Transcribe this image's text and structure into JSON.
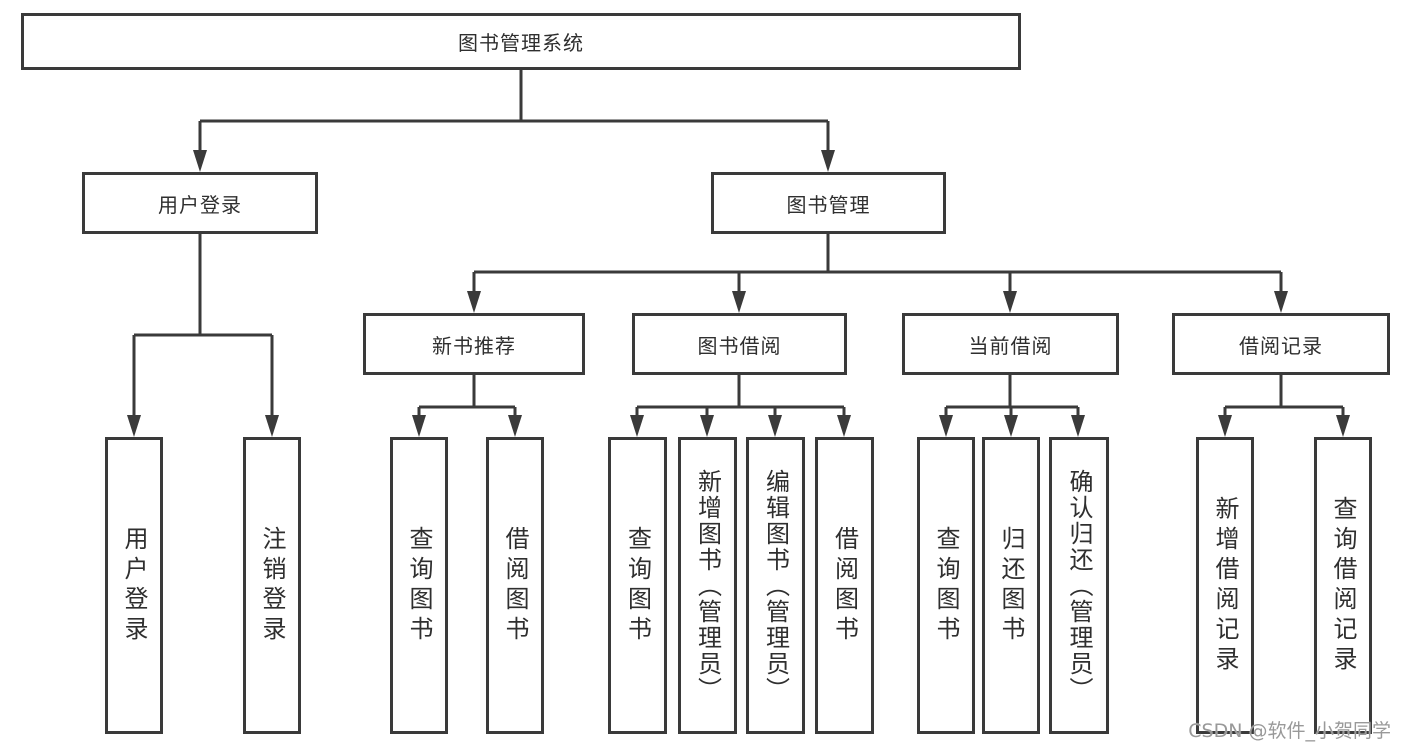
{
  "diagram": {
    "root": {
      "label": "图书管理系统"
    },
    "level2": [
      {
        "label": "用户登录"
      },
      {
        "label": "图书管理"
      }
    ],
    "level3": [
      {
        "label": "新书推荐"
      },
      {
        "label": "图书借阅"
      },
      {
        "label": "当前借阅"
      },
      {
        "label": "借阅记录"
      }
    ],
    "leaves": {
      "user_login": [
        "用户登录",
        "注销登录"
      ],
      "new_book": [
        "查询图书",
        "借阅图书"
      ],
      "book_borrow": [
        "查询图书",
        "新增图书（管理员）",
        "编辑图书（管理员）",
        "借阅图书"
      ],
      "current_borrow": [
        "查询图书",
        "归还图书",
        "确认归还（管理员）"
      ],
      "borrow_record": [
        "新增借阅记录",
        "查询借阅记录"
      ]
    }
  },
  "watermark": {
    "text": "CSDN @软件_小贺同学"
  },
  "colors": {
    "line": "#3a3a3a",
    "box_border": "#3a3a3a",
    "text": "#2f2f2f",
    "watermark": "#999999",
    "background": "#ffffff"
  }
}
